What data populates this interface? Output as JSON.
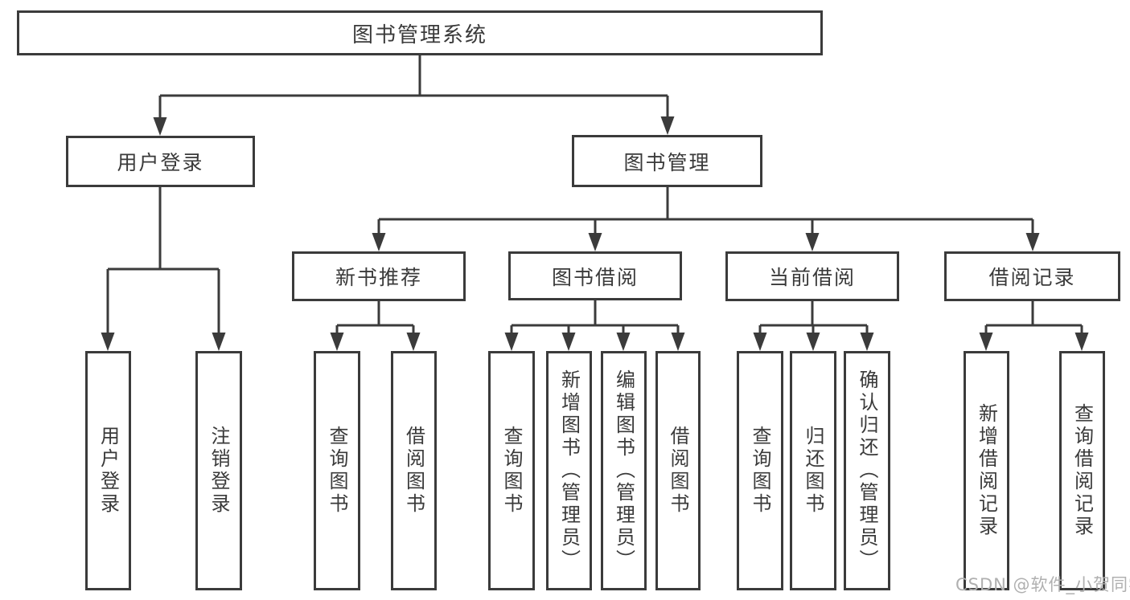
{
  "diagram": {
    "root": {
      "label": "图书管理系统"
    },
    "level2": [
      {
        "label": "用户登录"
      },
      {
        "label": "图书管理"
      }
    ],
    "level3": [
      {
        "label": "新书推荐"
      },
      {
        "label": "图书借阅"
      },
      {
        "label": "当前借阅"
      },
      {
        "label": "借阅记录"
      }
    ],
    "leaves": [
      {
        "label": "用户登录"
      },
      {
        "label": "注销登录"
      },
      {
        "label": "查询图书"
      },
      {
        "label": "借阅图书"
      },
      {
        "label": "查询图书"
      },
      {
        "label": "新增图书（管理员）"
      },
      {
        "label": "编辑图书（管理员）"
      },
      {
        "label": "借阅图书"
      },
      {
        "label": "查询图书"
      },
      {
        "label": "归还图书"
      },
      {
        "label": "确认归还（管理员）"
      },
      {
        "label": "新增借阅记录"
      },
      {
        "label": "查询借阅记录"
      }
    ],
    "watermark": "CSDN @软件_小贺同学",
    "colors": {
      "line": "#3b3b3b",
      "text": "#3a3a3a",
      "background": "#ffffff",
      "watermark": "#b0b0b0"
    }
  }
}
